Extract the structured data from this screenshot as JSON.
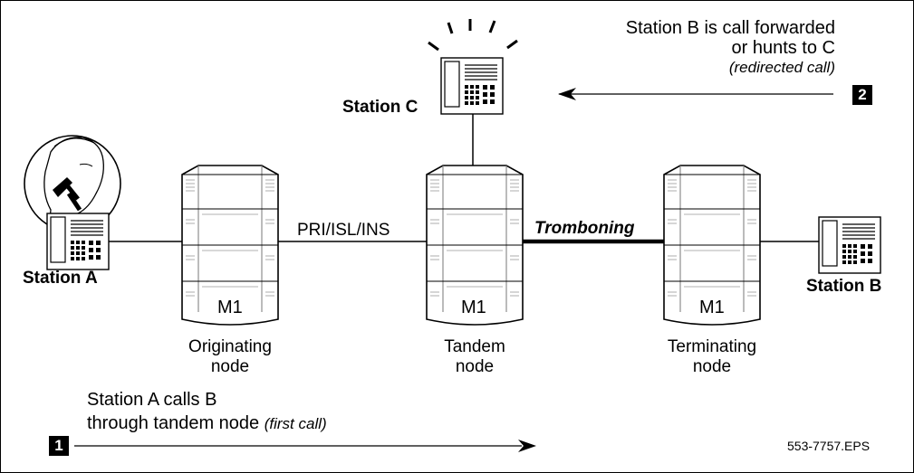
{
  "stations": {
    "a_label": "Station A",
    "b_label": "Station B",
    "c_label": "Station C"
  },
  "nodes": {
    "originating": {
      "badge": "M1",
      "label_line1": "Originating",
      "label_line2": "node"
    },
    "tandem": {
      "badge": "M1",
      "label_line1": "Tandem",
      "label_line2": "node"
    },
    "terminating": {
      "badge": "M1",
      "label_line1": "Terminating",
      "label_line2": "node"
    }
  },
  "links": {
    "pri_label": "PRI/ISL/INS",
    "tromboning_label": "Tromboning"
  },
  "step1": {
    "number": "1",
    "line1": "Station A calls B",
    "line2_main": "through tandem node",
    "line2_note": "(first call)"
  },
  "step2": {
    "number": "2",
    "line1": "Station B is call forwarded",
    "line2": "or hunts to C",
    "line3": "(redirected call)"
  },
  "figure_id": "553-7757.EPS"
}
